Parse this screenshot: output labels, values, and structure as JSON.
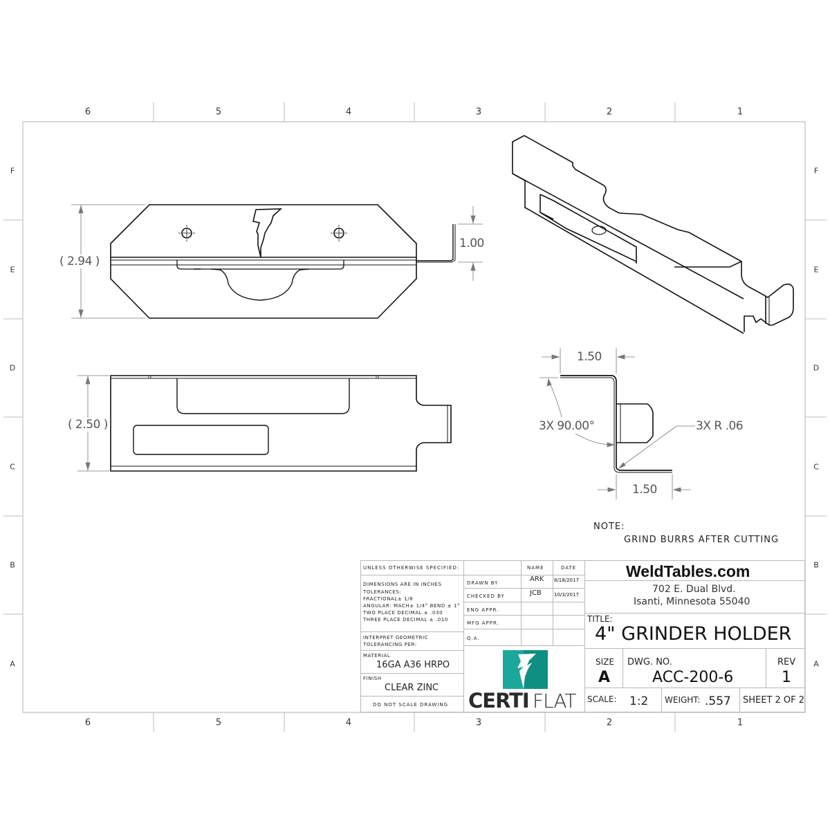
{
  "border": {
    "top_columns": [
      "6",
      "5",
      "4",
      "3",
      "2",
      "1"
    ],
    "bottom_columns": [
      "6",
      "5",
      "4",
      "3",
      "2",
      "1"
    ],
    "left_rows": [
      "F",
      "E",
      "D",
      "C",
      "B",
      "A"
    ],
    "right_rows": [
      "F",
      "E",
      "D",
      "C",
      "B",
      "A"
    ]
  },
  "views": {
    "top_view": {
      "height_dim": "( 2.94 )",
      "flange_dim": "1.00"
    },
    "front_view": {
      "height_dim": "( 2.50 )"
    },
    "side_view": {
      "top_width_dim": "1.50",
      "bottom_width_dim": "1.50",
      "angle_callout": "3X 90.00°",
      "radius_callout": "3X R .06"
    },
    "isometric_view": {}
  },
  "note": {
    "heading": "NOTE:",
    "text": "GRIND BURRS AFTER CUTTING"
  },
  "title_block": {
    "unless_specified": "UNLESS OTHERWISE SPECIFIED:",
    "dimensions_note": "DIMENSIONS ARE IN INCHES",
    "tolerances_label": "TOLERANCES:",
    "fractional": "FRACTIONAL± 1/8",
    "angular": "ANGULAR: MACH± 1/4° BEND ± 1°",
    "two_place": "TWO PLACE DECIMAL  ± .030",
    "three_place": "THREE PLACE DECIMAL ± .010",
    "interpret_1": "INTERPRET GEOMETRIC",
    "interpret_2": "TOLERANCING PER:",
    "material_label": "MATERIAL",
    "material_value": "16GA A36 HRPO",
    "finish_label": "FINISH",
    "finish_value": "CLEAR ZINC",
    "do_not_scale": "DO NOT SCALE DRAWING",
    "name_header": "NAME",
    "date_header": "DATE",
    "rows": [
      {
        "label": "DRAWN BY",
        "name": "ARK",
        "date": "8/18/2017"
      },
      {
        "label": "CHECKED BY",
        "name": "JCB",
        "date": "10/3/2017"
      },
      {
        "label": "ENG APPR.",
        "name": "",
        "date": ""
      },
      {
        "label": "MFG APPR.",
        "name": "",
        "date": ""
      },
      {
        "label": "Q.A.",
        "name": "",
        "date": ""
      }
    ],
    "logo": {
      "text_bold": "CERTI",
      "text_light": "FLAT",
      "color": "#1aa89a",
      "color_dark": "#0f8f82"
    },
    "company": "WeldTables.com",
    "address_1": "702 E. Dual Blvd.",
    "address_2": "Isanti, Minnesota 55040",
    "title_label": "TITLE:",
    "title": "4\" GRINDER HOLDER",
    "size_label": "SIZE",
    "size": "A",
    "dwg_no_label": "DWG.  NO.",
    "dwg_no": "ACC-200-6",
    "rev_label": "REV",
    "rev": "1",
    "scale_label": "SCALE:",
    "scale": "1:2",
    "weight_label": "WEIGHT:",
    "weight": ".557",
    "sheet": "SHEET 2 OF 2"
  }
}
